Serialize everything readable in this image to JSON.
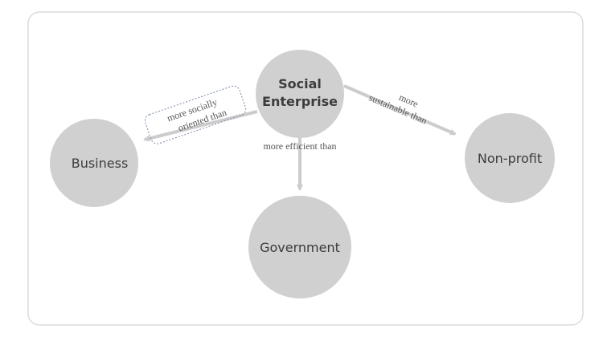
{
  "colors": {
    "node": "#d0d0d0",
    "arrow": "#cccccc",
    "text": "#3c3c3c",
    "border": "#dcdcdc",
    "dotted": "#7a8aa8"
  },
  "nodes": {
    "social_enterprise": [
      "Social",
      "Enterprise"
    ],
    "business": "Business",
    "government": "Government",
    "nonprofit": "Non-profit"
  },
  "edges": {
    "to_business": [
      "more socially",
      "oriented than"
    ],
    "to_government": "more efficient than",
    "to_nonprofit": [
      "more",
      "sustainable than"
    ]
  }
}
